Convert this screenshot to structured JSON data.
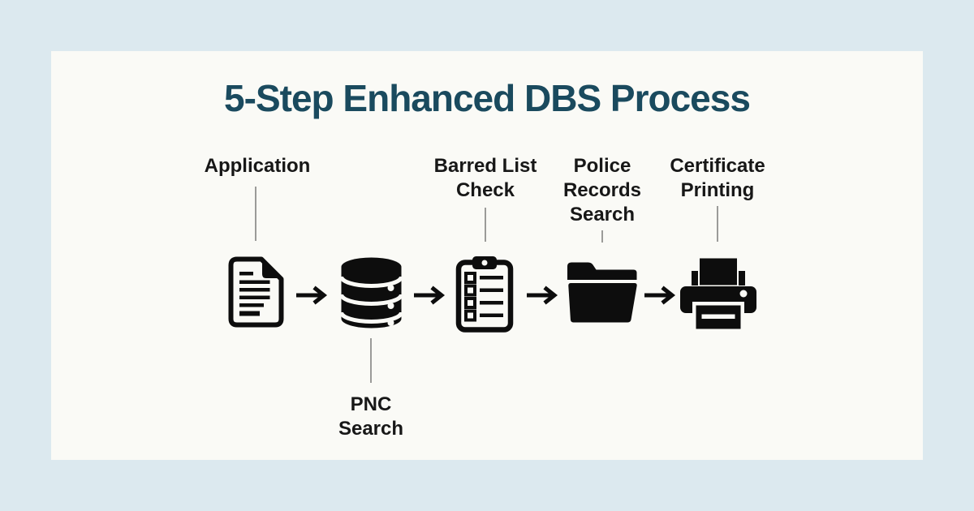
{
  "title": "5-Step Enhanced DBS Process",
  "steps": [
    {
      "label": "Application",
      "icon": "document-icon",
      "label_position": "above"
    },
    {
      "label": "PNC Search",
      "icon": "database-icon",
      "label_position": "below"
    },
    {
      "label": "Barred List Check",
      "icon": "clipboard-checklist-icon",
      "label_position": "above"
    },
    {
      "label": "Police Records Search",
      "icon": "folder-icon",
      "label_position": "above"
    },
    {
      "label": "Certificate Printing",
      "icon": "printer-icon",
      "label_position": "above"
    }
  ],
  "arrow_icon": "arrow-right-icon",
  "colors": {
    "background": "#dce9ef",
    "card": "#fafaf6",
    "title": "#1a4a5e",
    "label_text": "#171717",
    "icon": "#0d0d0d",
    "connector_line": "#9b9b99"
  }
}
